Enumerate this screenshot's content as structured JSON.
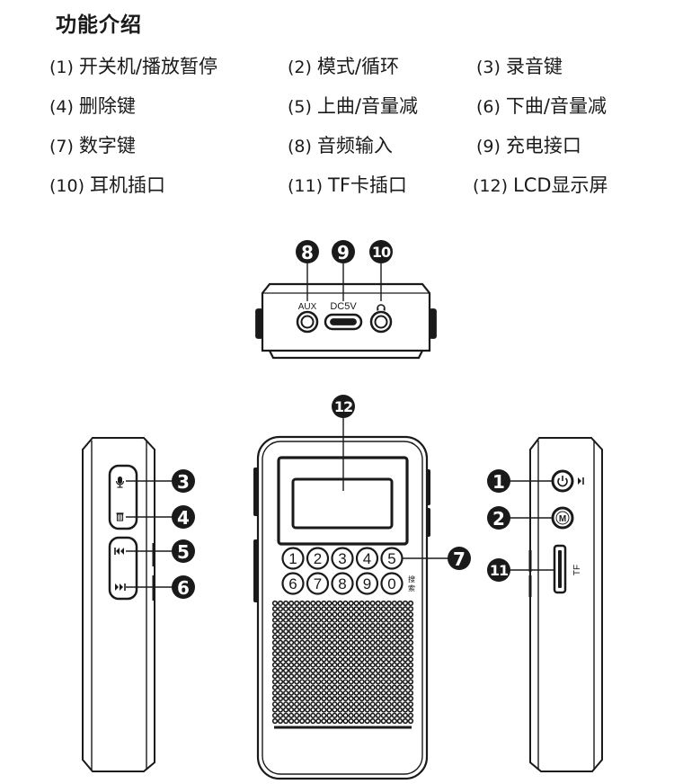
{
  "title": "功能介绍",
  "features": [
    {
      "num": "(1)",
      "label": "开关机/播放暂停"
    },
    {
      "num": "(2)",
      "label": "模式/循环"
    },
    {
      "num": "(3)",
      "label": "录音键"
    },
    {
      "num": "(4)",
      "label": "删除键"
    },
    {
      "num": "(5)",
      "label": "上曲/音量减"
    },
    {
      "num": "(6)",
      "label": "下曲/音量减"
    },
    {
      "num": "(7)",
      "label": "数字键"
    },
    {
      "num": "(8)",
      "label": "音频输入"
    },
    {
      "num": "(9)",
      "label": "充电接口"
    },
    {
      "num": "(10)",
      "label": "耳机插口"
    },
    {
      "num": "(11)",
      "label": "TF卡插口"
    },
    {
      "num": "(12)",
      "label": "LCD显示屏"
    }
  ],
  "top_view": {
    "aux_label": "AUX",
    "dc_label": "DC5V",
    "headphone_icon": "headphone-icon"
  },
  "callouts": {
    "c1": "1",
    "c2": "2",
    "c3": "3",
    "c4": "4",
    "c5": "5",
    "c6": "6",
    "c7": "7",
    "c8": "8",
    "c9": "9",
    "c10": "10",
    "c11": "11",
    "c12": "12"
  },
  "keypad": {
    "row1": [
      "1",
      "2",
      "3",
      "4",
      "5"
    ],
    "row2": [
      "6",
      "7",
      "8",
      "9",
      "0"
    ],
    "search_label_1": "搜",
    "search_label_2": "索"
  },
  "right_side": {
    "tf_label": "TF",
    "mode_label": "M",
    "play_pause_icon": "play-pause-icon",
    "power_icon": "power-icon"
  },
  "left_side": {
    "mic_icon": "microphone-icon",
    "trash_icon": "trash-icon",
    "prev_icon": "previous-track-icon",
    "next_icon": "next-track-icon"
  }
}
